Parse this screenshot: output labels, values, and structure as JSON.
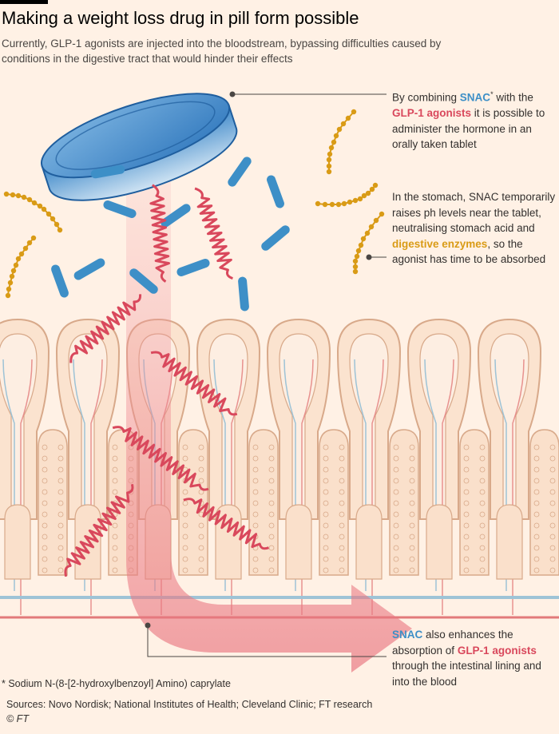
{
  "title": "Making a weight loss drug in pill form possible",
  "subtitle": "Currently, GLP-1 agonists are injected into the bloodstream, bypassing difficulties caused by conditions in the digestive tract that would hinder their effects",
  "annotations": {
    "first": {
      "p1": "By combining ",
      "snac": "SNAC",
      "star": "*",
      "p2": " with the ",
      "glp": "GLP-1 agonists",
      "p3": " it is possible to administer the hormone in an orally taken tablet"
    },
    "second": {
      "p1": "In the stomach, SNAC temporarily raises ph levels near the tablet, neutralising stomach acid and ",
      "enzymes": "digestive enzymes",
      "p2": ", so the agonist has time to be absorbed"
    },
    "third": {
      "snac": "SNAC",
      "p1": " also enhances the absorption of ",
      "glp": "GLP-1 agonists",
      "p2": " through the intestinal lining and into the blood"
    }
  },
  "footnote": "* Sodium N-(8-[2-hydroxylbenzoyl] Amino) caprylate",
  "sources": "Sources: Novo Nordisk; National Institutes of Health; Cleveland Clinic; FT research",
  "copyright": "© FT",
  "colors": {
    "background": "#fff1e5",
    "snac_blue": "#3d8fc7",
    "glp_red": "#d9485c",
    "enzyme_gold": "#d99b16",
    "villi_fill": "#fbe3cf",
    "villi_outline": "#d8a98a",
    "blood_vessel": "#e27a7a",
    "lymph_vessel": "#9ec3d6"
  }
}
